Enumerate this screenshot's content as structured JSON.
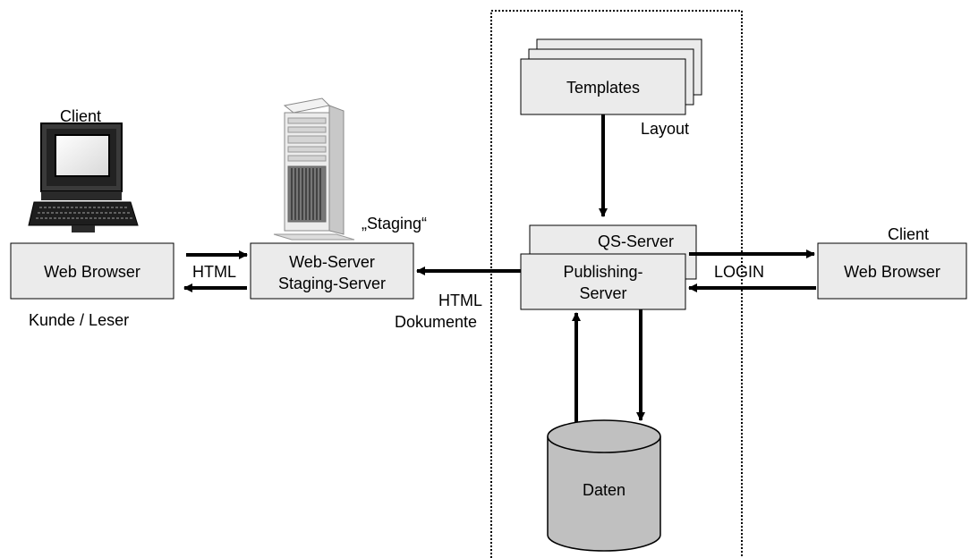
{
  "left": {
    "client_label": "Client",
    "browser_label": "Web Browser",
    "user_label": "Kunde / Leser",
    "html_label": "HTML"
  },
  "webserver": {
    "line1": "Web-Server",
    "line2": "Staging-Server",
    "staging_label": "„Staging“"
  },
  "middle": {
    "html_label": "HTML",
    "dokumente_label": "Dokumente"
  },
  "center": {
    "templates_label": "Templates",
    "layout_label": "Layout",
    "qs_server_label": "QS-Server",
    "publishing_line1": "Publishing-",
    "publishing_line2": "Server",
    "daten_label": "Daten"
  },
  "right": {
    "client_label": "Client",
    "browser_label": "Web Browser",
    "login_label": "LOGIN"
  },
  "colors": {
    "box_fill": "#ebebeb",
    "db_fill": "#c0c0c0",
    "stroke": "#000000"
  }
}
